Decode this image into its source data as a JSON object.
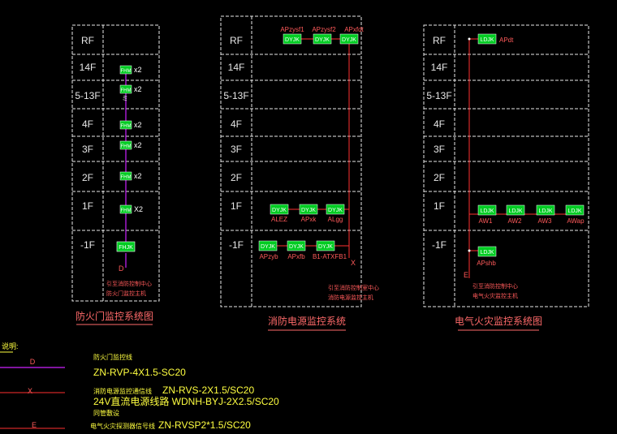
{
  "floors": [
    "RF",
    "14F",
    "5-13F",
    "4F",
    "3F",
    "2F",
    "1F",
    "-1F"
  ],
  "panel1": {
    "title": "防火门监控系统图",
    "module": "FHM",
    "multipliers": [
      "x2",
      "x2",
      "x2",
      "x2",
      "x2",
      "X2"
    ],
    "control_box": "FHJK",
    "wire_letter": "D",
    "note_line1": "引至消防控制中心",
    "note_line2": "防火门监控主机"
  },
  "panel2": {
    "title": "消防电源监控系统",
    "module": "DYJK",
    "rf_labels": [
      "APzysf1",
      "APzysf2",
      "APxfdt"
    ],
    "f1_labels": [
      "ALEZ",
      "APxk",
      "ALgg"
    ],
    "b1_labels": [
      "APzyb",
      "APxfb",
      "B1-ATXFB1"
    ],
    "wire_letter": "X",
    "note_line1": "引至消防控制室中心",
    "note_line2": "消防电源监控主机"
  },
  "panel3": {
    "title": "电气火灾监控系统图",
    "module": "LDJK",
    "rf_label": "APdt",
    "f1_labels": [
      "AW1",
      "AW2",
      "AW3",
      "AWap"
    ],
    "b1_label": "APshb",
    "wire_letter": "E",
    "note_line1": "引至消防控制中心",
    "note_line2": "电气火灾监控主机"
  },
  "legend": {
    "heading": "说明:",
    "line1_letter": "D",
    "line1_label": "防火门监控线",
    "line1_spec": "ZN-RVP-4X1.5-SC20",
    "line2_letter": "X",
    "line2_label": "消防电源监控通信线",
    "line2_spec": "ZN-RVS-2X1.5/SC20",
    "line2_sub": "24V直流电源线路 WDNH-BYJ-2X2.5/SC20",
    "line2_sub2": "同管敷设",
    "line3_letter": "E",
    "line3_label": "电气火灾探测器信号线",
    "line3_spec": "ZN-RVSP2*1.5/SC20"
  },
  "colors": {
    "background": "#000000",
    "grid": "#e8e8e8",
    "module_fill": "#00cc22",
    "module_text": "#ffffff",
    "door_wire": "#cc22ff",
    "power_wire": "#ff3030",
    "label_red": "#ff5a5a",
    "title": "#ff6a6a",
    "legend_text": "#ffff40"
  }
}
